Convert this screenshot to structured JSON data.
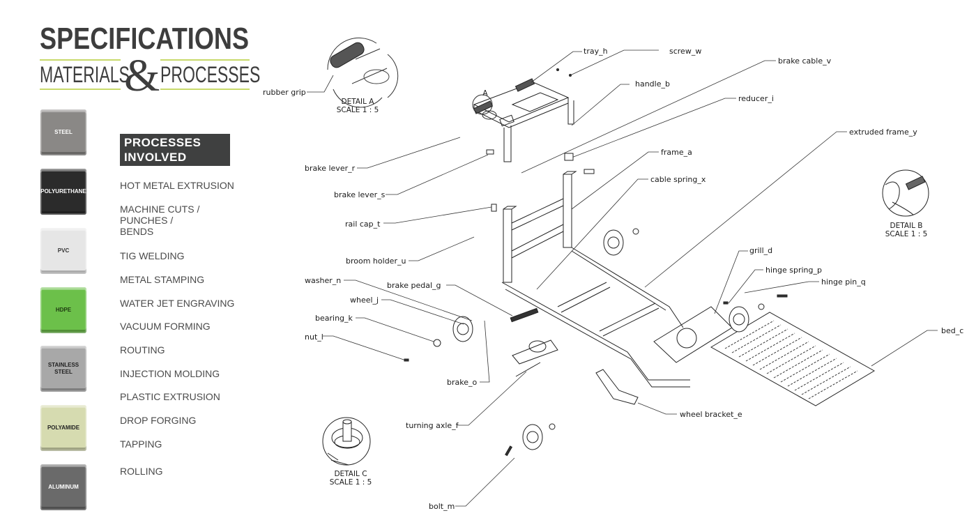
{
  "header": {
    "title": "SPECIFICATIONS",
    "subtitle_left": "MATERIALS",
    "ampersand": "&",
    "subtitle_right": "PROCESSES",
    "accent_color": "#c8d96a"
  },
  "materials": [
    {
      "name": "STEEL",
      "color": "#8a8886",
      "text_color": "#ffffff"
    },
    {
      "name": "POLYURETHANE",
      "color": "#2b2b2b",
      "text_color": "#ffffff"
    },
    {
      "name": "PVC",
      "color": "#e6e6e6",
      "text_color": "#333333"
    },
    {
      "name": "HDPE",
      "color": "#6cc04a",
      "text_color": "#1f3a12"
    },
    {
      "name": "STAINLESS STEEL",
      "color": "#a8a8a8",
      "text_color": "#222222"
    },
    {
      "name": "POLYAMIDE",
      "color": "#d6dbb0",
      "text_color": "#222222"
    },
    {
      "name": "ALUMINUM",
      "color": "#6a6a6a",
      "text_color": "#ffffff"
    }
  ],
  "processes": {
    "header_line1": "PROCESSES",
    "header_line2": "INVOLVED",
    "items": [
      "HOT METAL EXTRUSION",
      "MACHINE CUTS /",
      "PUNCHES /",
      "BENDS",
      "TIG WELDING",
      "METAL STAMPING",
      "WATER JET ENGRAVING",
      "VACUUM FORMING",
      "ROUTING",
      "INJECTION MOLDING",
      "PLASTIC EXTRUSION",
      "DROP FORGING",
      "TAPPING",
      "ROLLING"
    ]
  },
  "details": [
    {
      "title": "DETAIL A",
      "scale": "SCALE 1 : 5"
    },
    {
      "title": "DETAIL B",
      "scale": "SCALE 1 : 5"
    },
    {
      "title": "DETAIL C",
      "scale": "SCALE 1 : 5"
    }
  ],
  "parts": {
    "rubber_grip": "rubber grip",
    "tray_h": "tray_h",
    "screw_w": "screw_w",
    "brake_cable_v": "brake cable_v",
    "handle_b": "handle_b",
    "reducer_i": "reducer_i",
    "extruded_frame_y": "extruded frame_y",
    "frame_a": "frame_a",
    "cable_spring_x": "cable spring_x",
    "brake_lever_r": "brake lever_r",
    "brake_lever_s": "brake lever_s",
    "rail_cap_t": "rail cap_t",
    "broom_holder_u": "broom holder_u",
    "washer_n": "washer_n",
    "brake_pedal_g": "brake pedal_g",
    "wheel_j": "wheel_j",
    "bearing_k": "bearing_k",
    "nut_l": "nut_l",
    "brake_o": "brake_o",
    "grill_d": "grill_d",
    "hinge_spring_p": "hinge spring_p",
    "hinge_pin_q": "hinge pin_q",
    "bed_c": "bed_c",
    "wheel_bracket_e": "wheel bracket_e",
    "turning_axle_f": "turning axle_f",
    "bolt_m": "bolt_m"
  },
  "detail_callout_letter": "A"
}
